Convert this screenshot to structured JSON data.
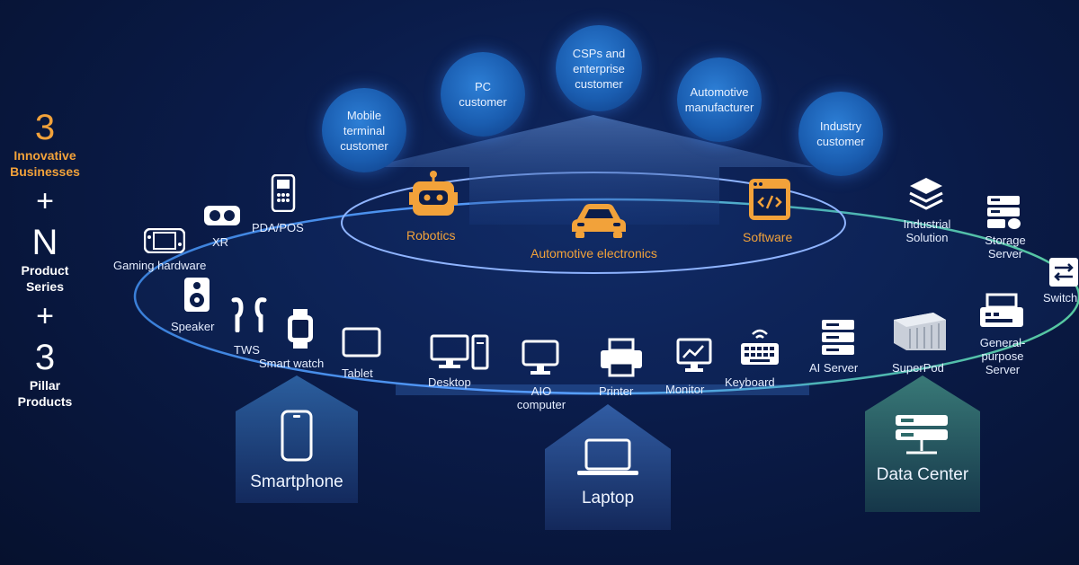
{
  "left": {
    "n1": "3",
    "l1": "Innovative Businesses",
    "p1": "+",
    "n2": "N",
    "l2": "Product Series",
    "p2": "+",
    "n3": "3",
    "l3": "Pillar Products"
  },
  "customers": [
    "Mobile terminal customer",
    "PC customer",
    "CSPs and enterprise customer",
    "Automotive manufacturer",
    "Industry customer"
  ],
  "innovative": {
    "robotics": "Robotics",
    "automotive": "Automotive electronics",
    "software": "Software"
  },
  "products": {
    "pda_pos": "PDA/POS",
    "xr": "XR",
    "gaming": "Gaming hardware",
    "speaker": "Speaker",
    "tws": "TWS",
    "smart_watch": "Smart watch",
    "tablet": "Tablet",
    "desktop": "Desktop",
    "aio": "AIO computer",
    "printer": "Printer",
    "monitor": "Monitor",
    "keyboard": "Keyboard",
    "ai_server": "AI Server",
    "superpod": "SuperPod",
    "general_server": "General-purpose Server",
    "industrial": "Industrial Solution",
    "storage": "Storage Server",
    "switch": "Switch"
  },
  "pillars": {
    "smartphone": "Smartphone",
    "laptop": "Laptop",
    "data_center": "Data Center"
  },
  "colors": {
    "accent_orange": "#f2a23a",
    "circle_blue": "#1f6cc4",
    "house_green": "#2f6b6a",
    "house_blue": "#2a4f8f"
  }
}
